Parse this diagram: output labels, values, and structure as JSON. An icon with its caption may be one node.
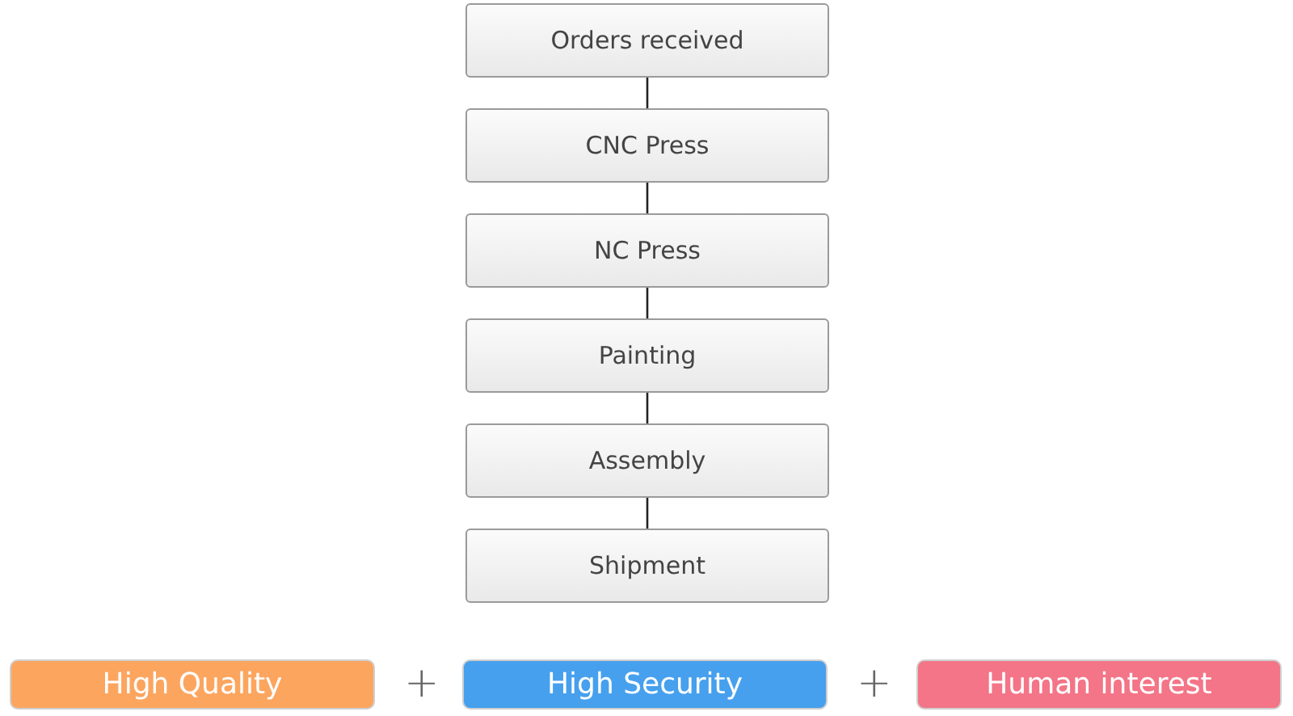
{
  "diagram": {
    "nodes": [
      {
        "text": [
          "Orders received"
        ]
      },
      {
        "text": [
          "CNC Press"
        ]
      },
      {
        "text": [
          "NC Press"
        ]
      },
      {
        "text": [
          "Painting"
        ]
      },
      {
        "text": [
          "Assembly"
        ]
      },
      {
        "text": [
          "Shipment"
        ]
      },
      {
        "text": [
          "High Quality"
        ]
      },
      {
        "text": [
          "High Security"
        ]
      },
      {
        "text": [
          "Human interest"
        ]
      }
    ],
    "edges": [
      {
        "from": 0,
        "to": 1,
        "arrow": "none"
      },
      {
        "from": 1,
        "to": 2,
        "arrow": "none"
      },
      {
        "from": 2,
        "to": 3,
        "arrow": "none"
      },
      {
        "from": 3,
        "to": 4,
        "arrow": "none"
      },
      {
        "from": 4,
        "to": 5,
        "arrow": "none"
      }
    ],
    "labels": [
      "+",
      "+"
    ]
  }
}
